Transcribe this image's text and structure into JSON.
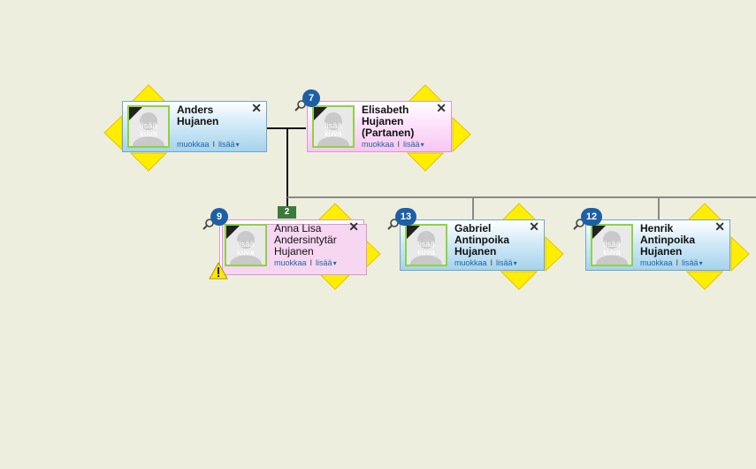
{
  "persons": {
    "anders": {
      "name_lines": [
        "Anders",
        "Hujanen"
      ]
    },
    "elisabeth": {
      "name_lines": [
        "Elisabeth",
        "Hujanen",
        "(Partanen)"
      ]
    },
    "anna": {
      "name_lines": [
        "Anna Lisa",
        "Andersintytär",
        "Hujanen"
      ]
    },
    "gabriel": {
      "name_lines": [
        "Gabriel",
        "Antinpoika",
        "Hujanen"
      ]
    },
    "henrik": {
      "name_lines": [
        "Henrik",
        "Antinpoika",
        "Hujanen"
      ]
    }
  },
  "card": {
    "photo_line1": "lisää",
    "photo_line2": "kuva",
    "edit_label": "muokkaa",
    "separator": "I",
    "more_label": "lisää",
    "more_arrow": "▾",
    "close_glyph": "✕"
  },
  "badges": {
    "elisabeth": "7",
    "anna": "9",
    "gabriel": "13",
    "henrik": "12"
  },
  "marriage": {
    "number": "2"
  },
  "icons": {
    "expand": "yellow-arrow-icon",
    "search": "magnifier-icon",
    "warning": "warning-icon",
    "deceased": "black-corner-ribbon-icon",
    "avatar": "person-silhouette-icon"
  },
  "colors": {
    "background": "#eeeedf",
    "male_card": "#a6d3ec",
    "female_card": "#f7c6f1",
    "badge": "#1c5fa6",
    "marriage_marker": "#3c7a3c",
    "arrow_fill": "#ffee00",
    "photo_border": "#8dd33f"
  }
}
